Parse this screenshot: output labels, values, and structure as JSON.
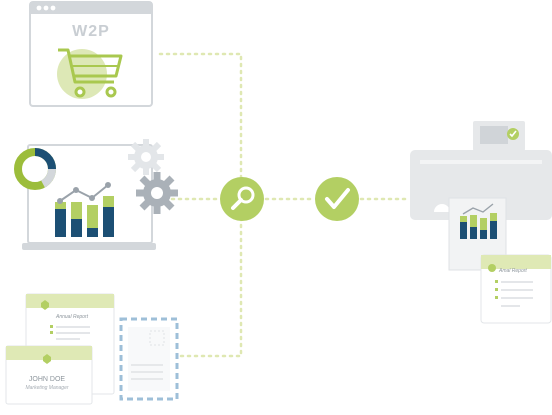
{
  "browser": {
    "title": "W2P"
  },
  "documents": {
    "annual_report": "Annual Report",
    "card_name": "JOHN DOE",
    "card_title": "Marketing Manager"
  },
  "printer_output": {
    "report_title": "Amal Report"
  },
  "colors": {
    "green": "#b3cf63",
    "green_light": "#d9e6a8",
    "navy": "#1c4f74",
    "gray": "#c9ced3",
    "gray_dark": "#9aa2aa",
    "dotted": "#dfe8b2"
  },
  "icons": [
    "cart-icon",
    "pie-chart-icon",
    "bar-chart-icon",
    "gear-icon",
    "magnifier-icon",
    "checkmark-icon",
    "printer-icon",
    "envelope-icon"
  ]
}
